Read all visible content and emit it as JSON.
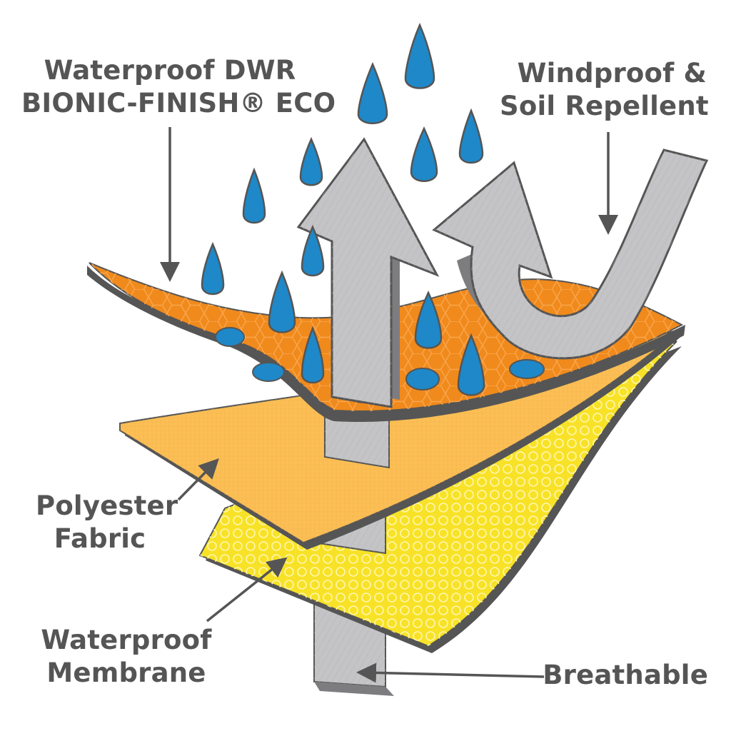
{
  "labels": {
    "dwr": {
      "line1": "Waterproof DWR",
      "line2": "BIONIC-FINISH® ECO"
    },
    "windproof": {
      "line1": "Windproof &",
      "line2": "Soil Repellent"
    },
    "polyester": {
      "line1": "Polyester",
      "line2": "Fabric"
    },
    "membrane": {
      "line1": "Waterproof",
      "line2": "Membrane"
    },
    "breathable": {
      "line1": "Breathable"
    }
  },
  "colors": {
    "text": "#555555",
    "outline": "#555555",
    "dwr_layer": "#f08a1c",
    "fabric_layer": "#fbbf56",
    "membrane_layer": "#f8e227",
    "arrow_fill": "#c4c4c6",
    "arrow_side": "#7d7d80",
    "water_drop": "#1e88c8"
  },
  "icons": [
    "water-drop-icon",
    "breathable-arrow-icon",
    "wind-arrow-icon",
    "pointer-arrow-icon"
  ]
}
